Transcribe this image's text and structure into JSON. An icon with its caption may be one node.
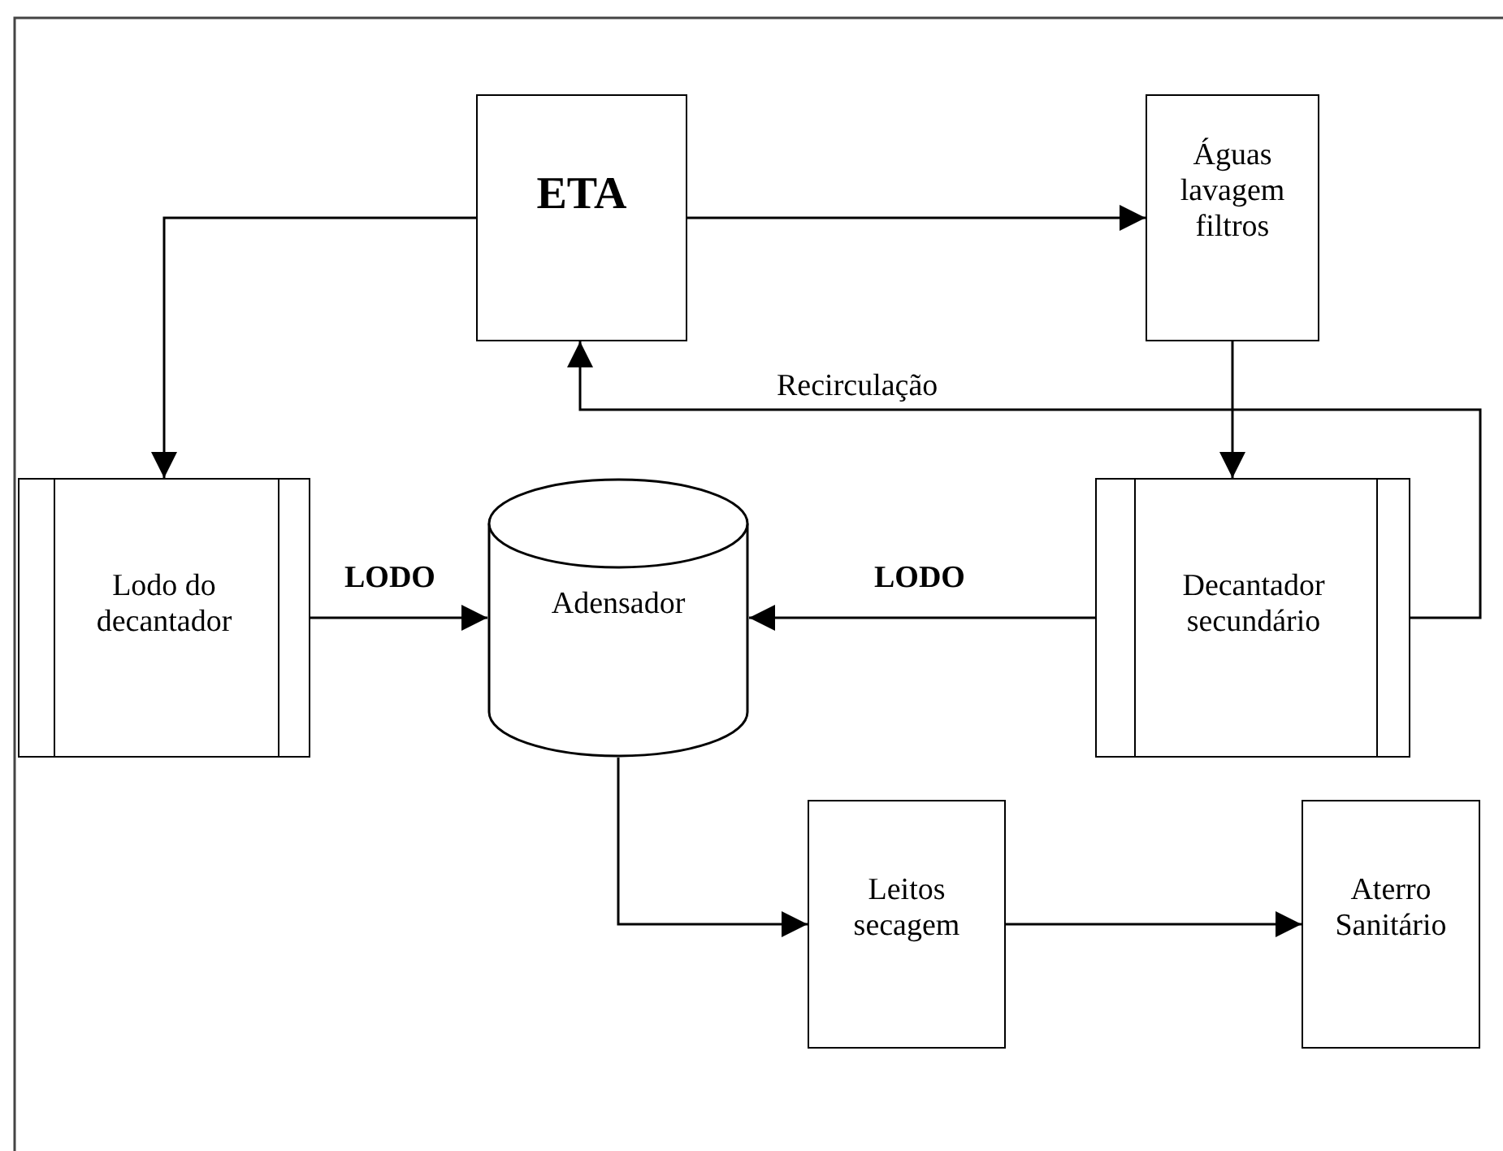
{
  "diagram": {
    "nodes": [
      {
        "text": [
          "ETA"
        ]
      },
      {
        "text": [
          "Águas lavagem filtros"
        ]
      },
      {
        "text": [
          "Lodo do decantador"
        ]
      },
      {
        "text": [
          "Adensador"
        ]
      },
      {
        "text": [
          "Decantador secundário"
        ]
      },
      {
        "text": [
          "Leitos secagem"
        ]
      },
      {
        "text": [
          "Aterro Sanitário"
        ]
      }
    ],
    "edges": [
      {
        "from": 0,
        "to": 2,
        "arrow": "to"
      },
      {
        "from": 0,
        "to": 1,
        "arrow": "to"
      },
      {
        "from": 1,
        "to": 4,
        "arrow": "to"
      },
      {
        "from": 4,
        "to": 0,
        "arrow": "to",
        "label": "Recirculação"
      },
      {
        "from": 2,
        "to": 3,
        "arrow": "to",
        "label": "LODO"
      },
      {
        "from": 4,
        "to": 3,
        "arrow": "to",
        "label": "LODO"
      },
      {
        "from": 3,
        "to": 5,
        "arrow": "to"
      },
      {
        "from": 5,
        "to": 6,
        "arrow": "to"
      }
    ]
  }
}
